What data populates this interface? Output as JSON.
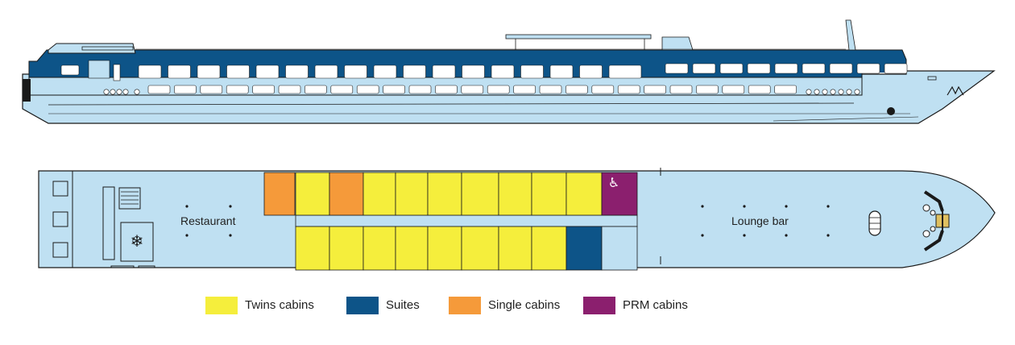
{
  "deck": {
    "restaurant_label": "Restaurant",
    "lounge_label": "Lounge bar"
  },
  "legend": [
    {
      "label": "Twins cabins",
      "color": "#f5ee3c"
    },
    {
      "label": "Suites",
      "color": "#0d5488"
    },
    {
      "label": "Single cabins",
      "color": "#f59a3a"
    },
    {
      "label": "PRM cabins",
      "color": "#8b1f6e"
    }
  ],
  "colors": {
    "hull": "#bfe0f2",
    "dark_band": "#0d5488",
    "twin": "#f5ee3c",
    "suite": "#0d5488",
    "single": "#f59a3a",
    "prm": "#8b1f6e"
  },
  "icons": {
    "prm_cabin": "wheelchair-icon",
    "cold_room": "snowflake-icon"
  }
}
